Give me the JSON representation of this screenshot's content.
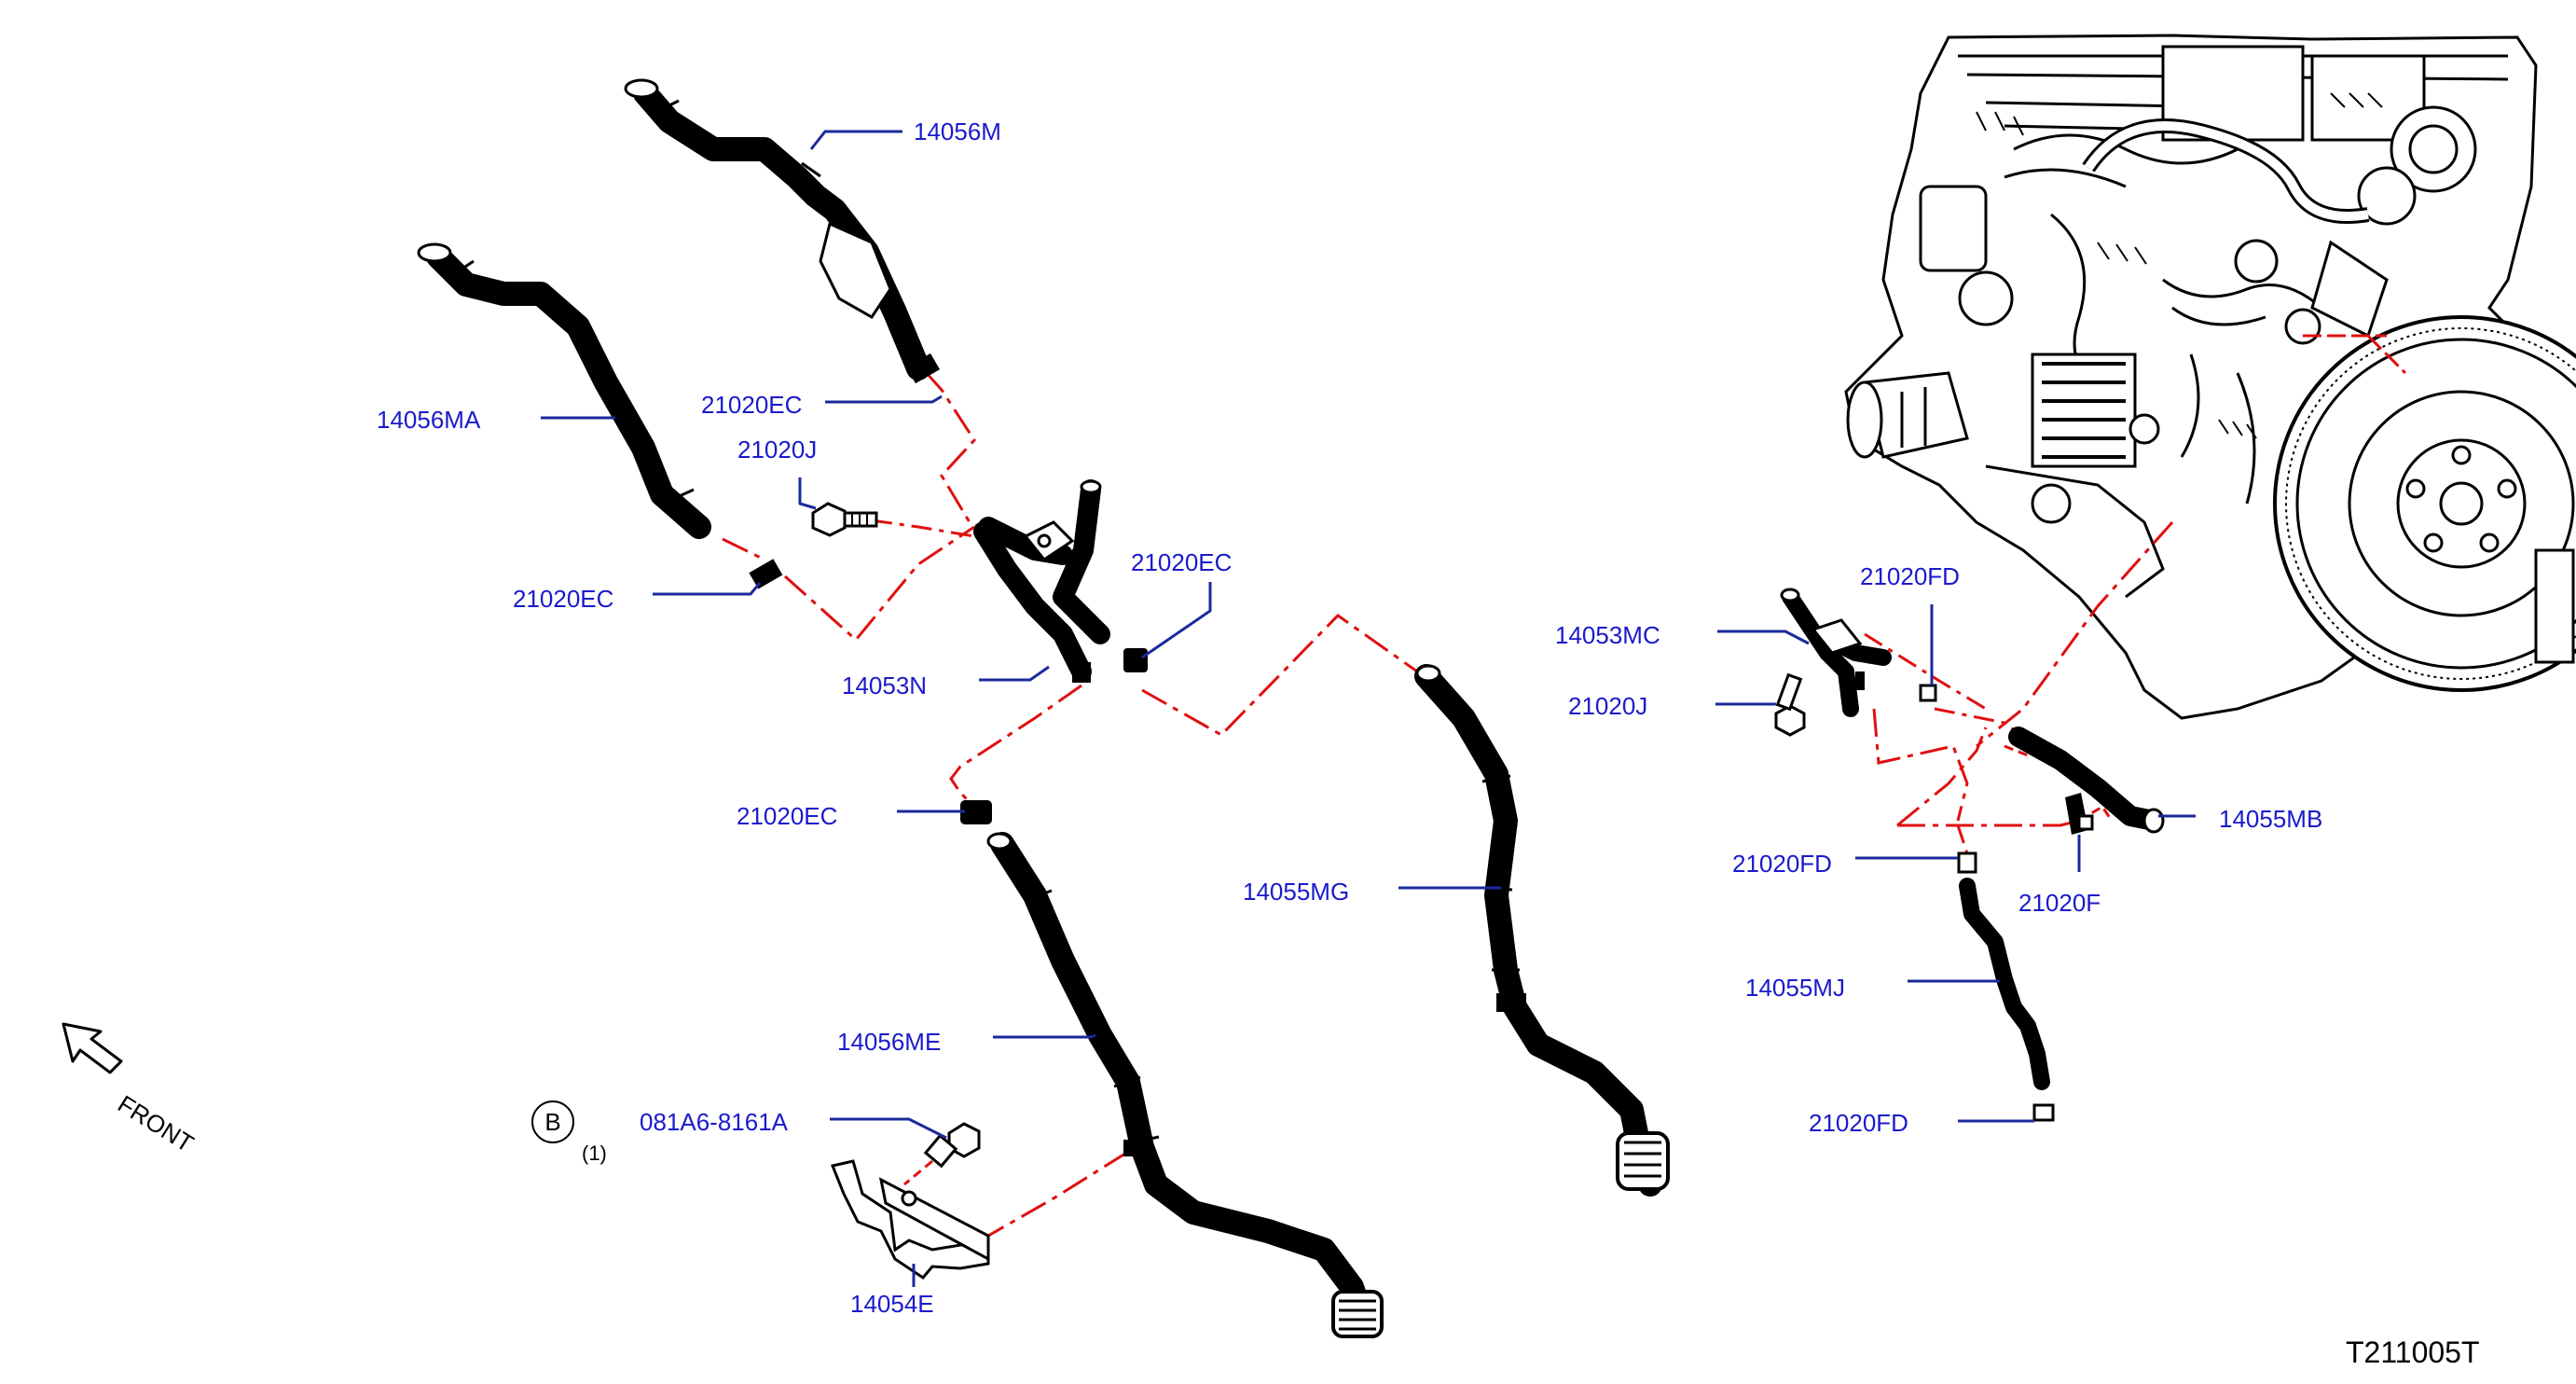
{
  "diagram_id": "T211005T",
  "front_label": "FRONT",
  "ref_circle": "B",
  "ref_qty": "(1)",
  "parts": {
    "p14056M": "14056M",
    "p14056MA": "14056MA",
    "p21020EC_top": "21020EC",
    "p21020J_left": "21020J",
    "p21020EC_left": "21020EC",
    "p14053N": "14053N",
    "p21020EC_mid": "21020EC",
    "p21020EC_low": "21020EC",
    "p14055MG": "14055MG",
    "p14056ME": "14056ME",
    "p081A6": "081A6-8161A",
    "p14054E": "14054E",
    "p21020FD_top": "21020FD",
    "p14053MC": "14053MC",
    "p21020J_right": "21020J",
    "p14055MB": "14055MB",
    "p21020FD_mid": "21020FD",
    "p21020F": "21020F",
    "p14055MJ": "14055MJ",
    "p21020FD_low": "21020FD"
  },
  "colors": {
    "label": "#1a1acc",
    "leader": "#1a2a9c",
    "assembly_line": "#e01010",
    "linework": "#000000"
  },
  "icons": [
    "engine-assembly-illustration",
    "flywheel-illustration",
    "front-arrow-icon"
  ]
}
